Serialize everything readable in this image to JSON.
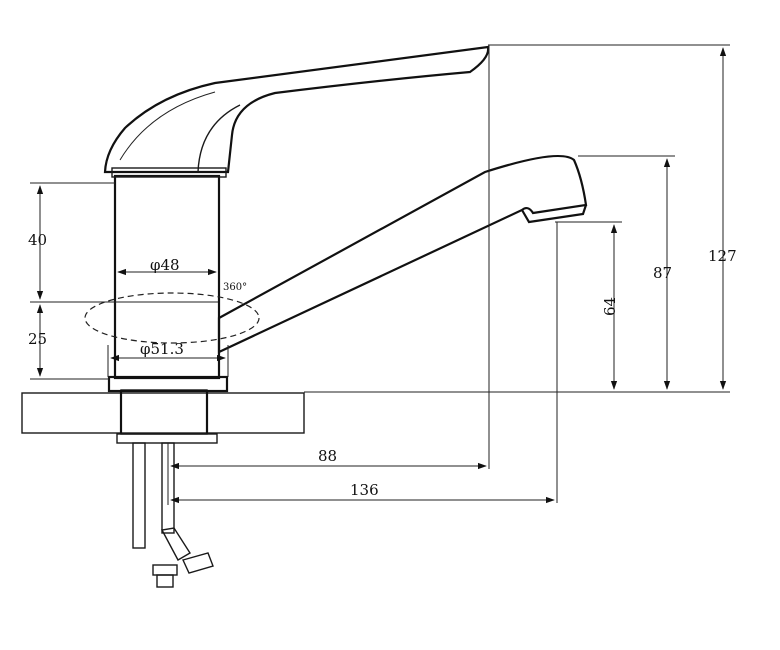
{
  "dimensions": {
    "body_height": "40",
    "base_height": "25",
    "diameter_top": "φ48",
    "diameter_base": "φ51.3",
    "rotation": "360°",
    "spout_reach_inner": "88",
    "spout_reach_outer": "136",
    "outlet_height": "64",
    "spout_top_height": "87",
    "total_height": "127"
  },
  "colors": {
    "line": "#1a1a1a",
    "background": "#ffffff"
  }
}
